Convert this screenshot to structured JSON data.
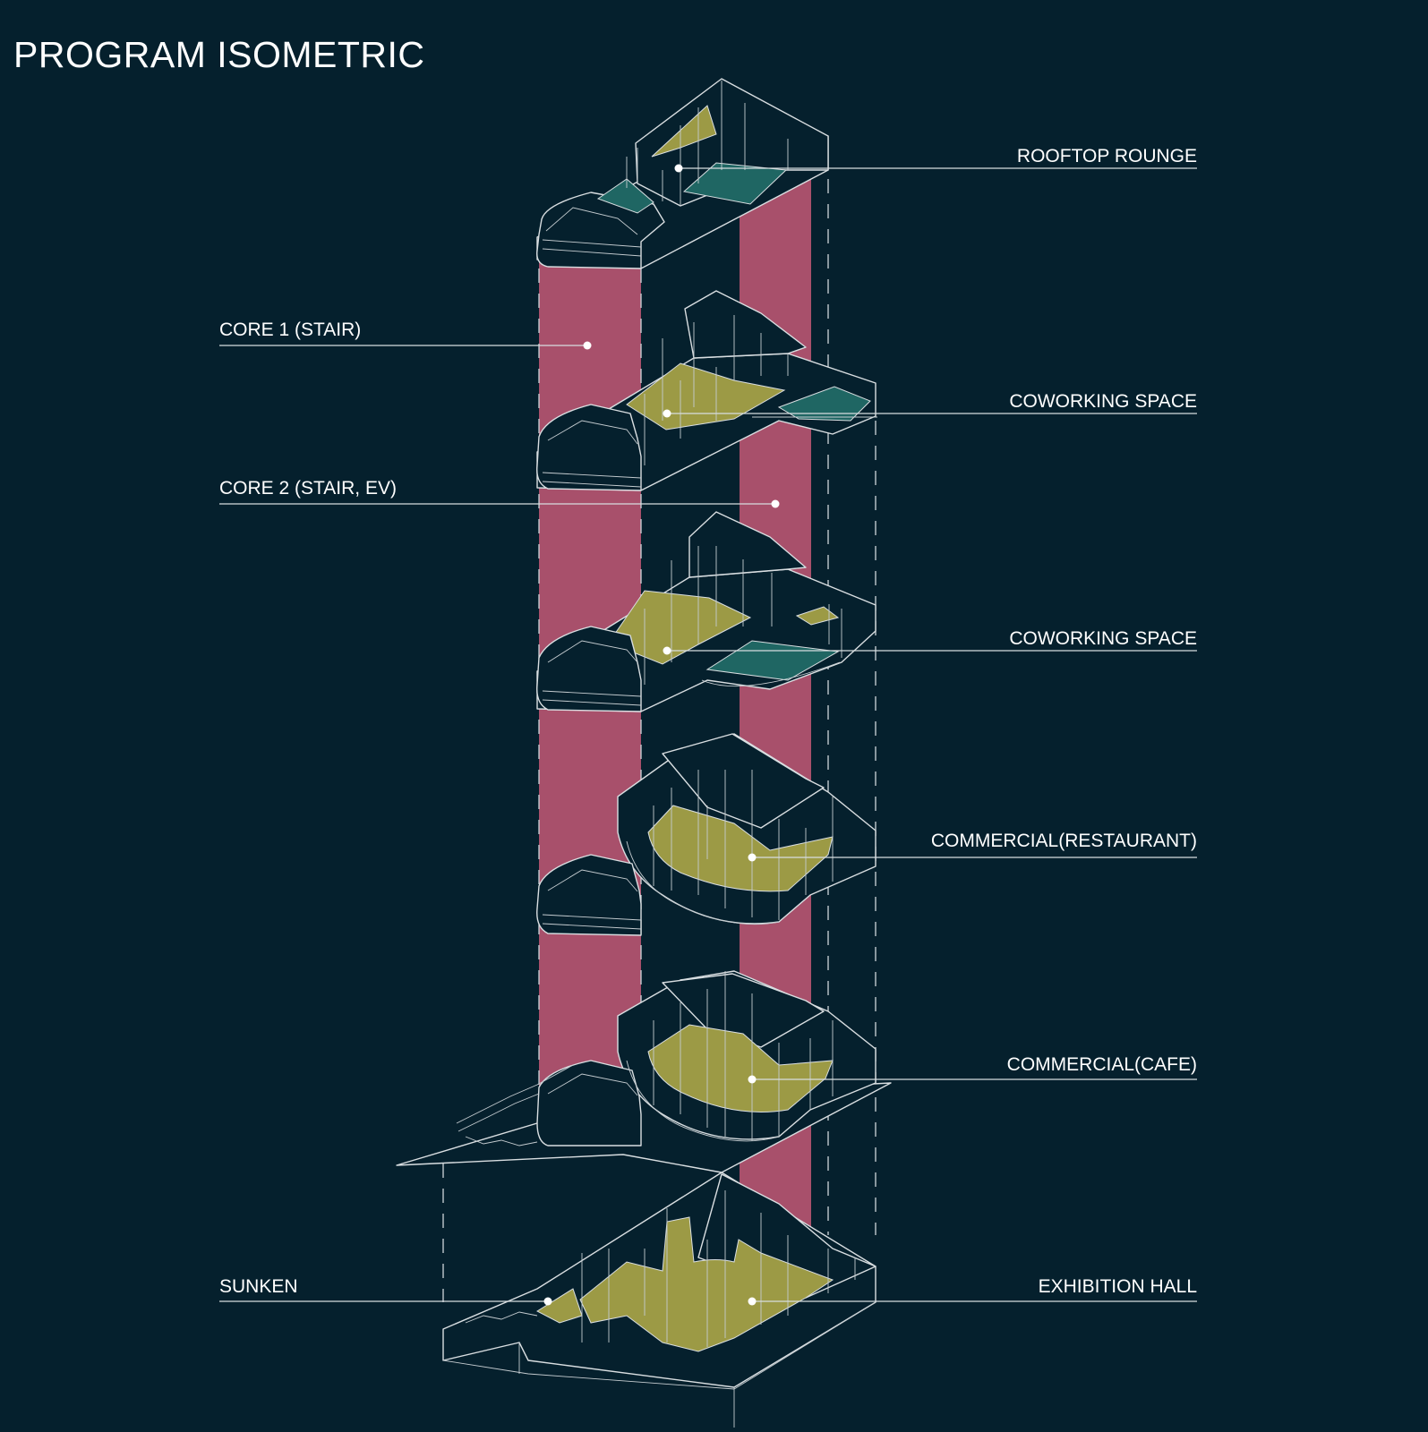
{
  "title": "PROGRAM ISOMETRIC",
  "labels": {
    "rooftop": "ROOFTOP ROUNGE",
    "core1": "CORE 1 (STAIR)",
    "coworking_upper": "COWORKING SPACE",
    "core2": "CORE 2 (STAIR, EV)",
    "coworking_lower": "COWORKING SPACE",
    "restaurant": "COMMERCIAL(RESTAURANT)",
    "cafe": "COMMERCIAL(CAFE)",
    "sunken": "SUNKEN",
    "exhibition": "EXHIBITION HALL"
  },
  "colors": {
    "background": "#05202d",
    "core": "#a8506b",
    "program_floor": "#9c9a45",
    "terrace_floor": "#1f6663",
    "linework": "#d9dee1"
  }
}
